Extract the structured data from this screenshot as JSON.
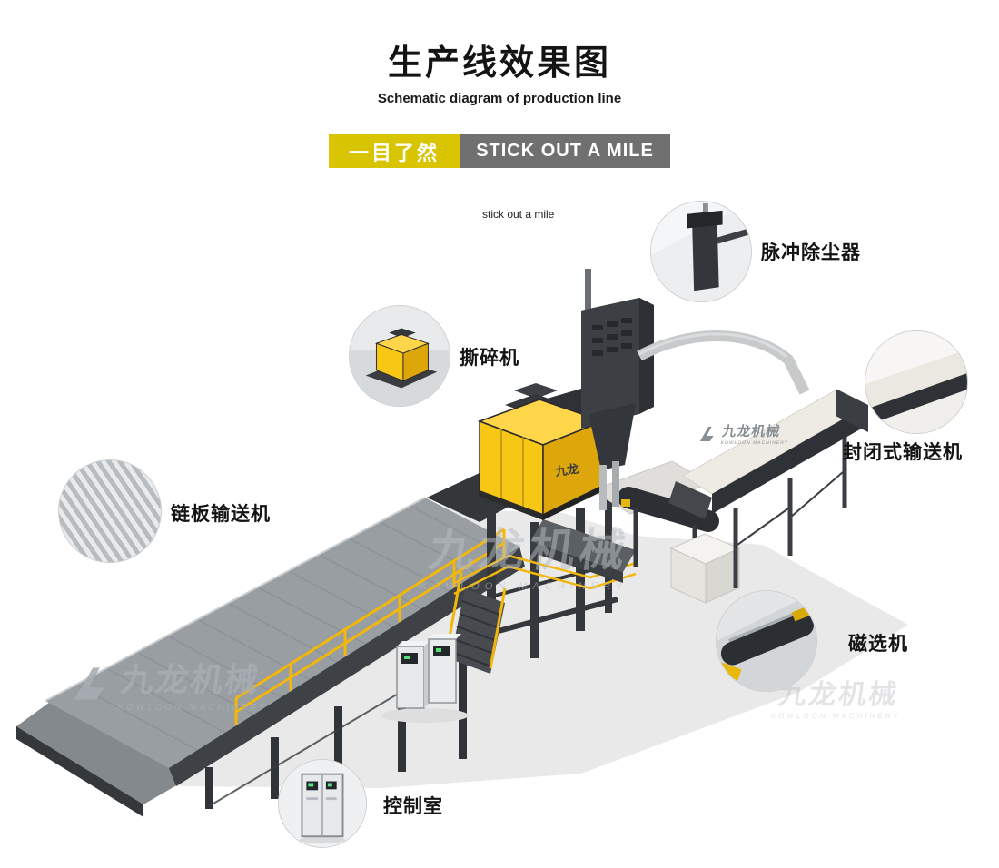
{
  "page": {
    "title": "生产线效果图",
    "subtitle": "Schematic diagram of production line",
    "banner_left": "一目了然",
    "banner_right": "STICK OUT A MILE",
    "tagline": "stick out a mile"
  },
  "callouts": [
    {
      "id": "pulse-dust-collector",
      "label": "脉冲除尘器"
    },
    {
      "id": "shredder",
      "label": "撕碎机"
    },
    {
      "id": "enclosed-conveyor",
      "label": "封闭式输送机"
    },
    {
      "id": "chain-plate-conveyor",
      "label": "链板输送机"
    },
    {
      "id": "magnetic-separator",
      "label": "磁选机"
    },
    {
      "id": "control-room",
      "label": "控制室"
    }
  ],
  "watermark": {
    "cn": "九龙机械",
    "en": "KOWLOON MACHINERY"
  },
  "scene": {
    "machine_label": "九龙"
  },
  "colors": {
    "accent_yellow": "#d8c400",
    "banner_gray": "#707070",
    "machine_yellow": "#f8c614"
  }
}
